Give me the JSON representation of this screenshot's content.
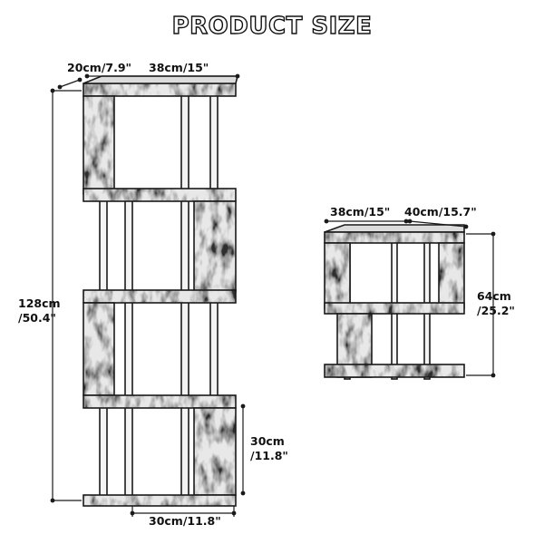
{
  "title": "PRODUCT SIZE",
  "colors": {
    "ink": "#1a1a1a",
    "marble_dark": "#3a3a3a",
    "marble_light": "#e9e9e9",
    "background": "#ffffff"
  },
  "tall_shelf": {
    "depth_label": "20cm/7.9\"",
    "width_label": "38cm/15\"",
    "height_label_line1": "128cm",
    "height_label_line2": "/50.4\"",
    "tier_height_line1": "30cm",
    "tier_height_line2": "/11.8\"",
    "tier_width_label": "30cm/11.8\""
  },
  "short_shelf": {
    "width_label": "38cm/15\"",
    "depth_label": "40cm/15.7\"",
    "height_label_line1": "64cm",
    "height_label_line2": "/25.2\""
  }
}
